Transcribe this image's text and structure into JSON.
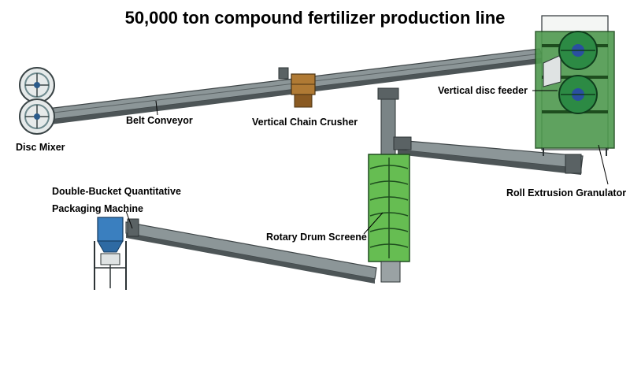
{
  "title": "50,000 ton compound fertilizer production line",
  "labels": {
    "disc_mixer": "Disc Mixer",
    "belt_conveyor": "Belt Conveyor",
    "vertical_chain_crusher": "Vertical Chain Crusher",
    "vertical_disc_feeder": "Vertical disc feeder",
    "roll_extrusion_granulator": "Roll Extrusion Granulator",
    "packaging_line1": "Double-Bucket Quantitative",
    "packaging_line2": "Packaging Machine",
    "rotary_drum_screene": "Rotary Drum Screene"
  },
  "colors": {
    "conveyor": "#7f8a8c",
    "conveyor_dark": "#3f4648",
    "granulator_frame": "#3d8a3d",
    "granulator_disc": "#1f7a3a",
    "drum": "#5ab04a",
    "crusher": "#9a6a2a",
    "packaging": "#3a7fbf",
    "mixer": "#6e8a8e"
  }
}
